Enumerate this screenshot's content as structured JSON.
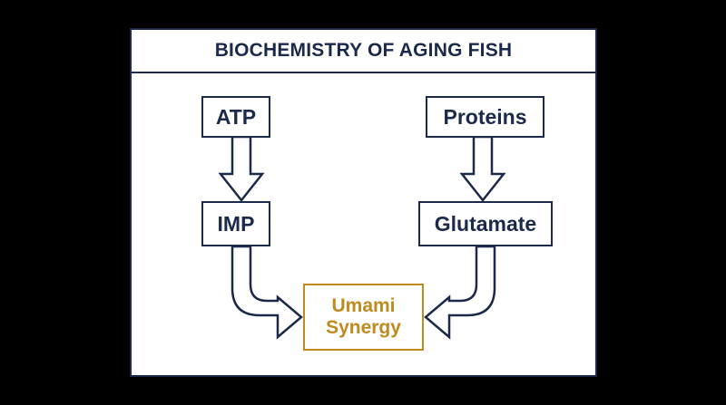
{
  "title": "BIOCHEMISTRY OF AGING FISH",
  "nodes": {
    "atp": "ATP",
    "imp": "IMP",
    "proteins": "Proteins",
    "glutamate": "Glutamate",
    "umami": "Umami\nSynergy"
  },
  "colors": {
    "primary": "#1b2a4a",
    "accent": "#c08a1e",
    "background": "#000000",
    "panel": "#ffffff"
  }
}
